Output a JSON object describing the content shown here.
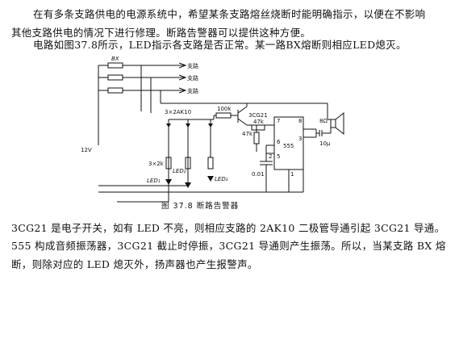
{
  "intro": {
    "line1": "在有多条支路供电的电源系统中，希望某条支路熔丝烧断时能明确指示，以便在不影响",
    "line2": "其他支路供电的情况下进行修理。断路告警器可以提供这种方便。"
  },
  "desc": {
    "line1": "电路如图37.8所示，LED指示各支路是否正常。某一路BX熔断则相应LED熄灭。"
  },
  "figure": {
    "caption": "图 37.8   断路告警器",
    "labels": {
      "bx": "BX",
      "branch1": "支路",
      "branch2": "支路",
      "branch3": "支路",
      "diodes": "3×2AK10",
      "r100k": "100k",
      "transistor": "3CG21",
      "speaker": "8Ω",
      "r47k_a": "47k",
      "r47k_b": "47k",
      "ic": "555",
      "v12": "12V",
      "r3x2k": "3×2k",
      "led_a": "LED₁",
      "led_b": "LED₂",
      "led_c": "LED₃",
      "c001": "0.01",
      "c10u": "10μ",
      "pin7": "7",
      "pin6": "6",
      "pin5": "5",
      "pin8": "8",
      "pin3": "3",
      "pin2": "2",
      "pin1": "1"
    }
  },
  "body": {
    "line1": "3CG21 是电子开关，如有 LED 不亮，则相应支路的 2AK10 二极管导通引起 3CG21 导通。",
    "line2": "555 构成音频振荡器，3CG21 截止时停振，3CG21 导通则产生振荡。所以，当某支路 BX 熔",
    "line3": "断，则除对应的 LED 熄灭外，扬声器也产生报警声。"
  }
}
